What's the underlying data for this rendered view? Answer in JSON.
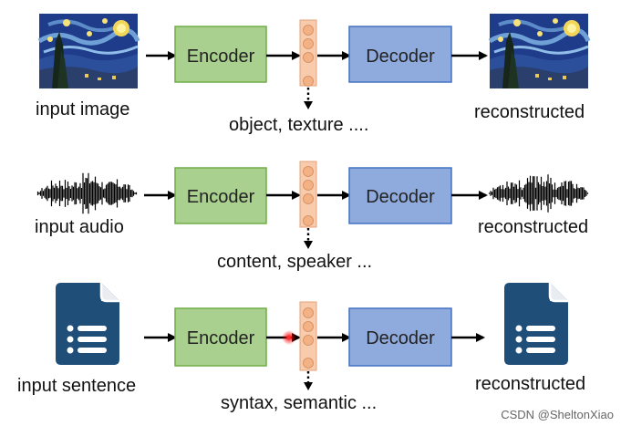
{
  "rows": [
    {
      "input_label": "input image",
      "encoder_label": "Encoder",
      "decoder_label": "Decoder",
      "latent_label": "object, texture ....",
      "output_label": "reconstructed",
      "input_icon": "starry-night-image",
      "output_icon": "starry-night-image"
    },
    {
      "input_label": "input audio",
      "encoder_label": "Encoder",
      "decoder_label": "Decoder",
      "latent_label": "content, speaker ...",
      "output_label": "reconstructed",
      "input_icon": "audio-waveform",
      "output_icon": "audio-waveform"
    },
    {
      "input_label": "input sentence",
      "encoder_label": "Encoder",
      "decoder_label": "Decoder",
      "latent_label": "syntax, semantic ...",
      "output_label": "reconstructed",
      "input_icon": "document-list-icon",
      "output_icon": "document-list-icon"
    }
  ],
  "watermark": "CSDN @SheltonXiao",
  "colors": {
    "encoder_fill": "#a9d08e",
    "encoder_stroke": "#70ad47",
    "decoder_fill": "#8faadc",
    "decoder_stroke": "#4472c4",
    "latent_fill": "#f8cbad",
    "latent_node": "#f4b183",
    "doc_blue": "#1f4e79",
    "highlight": "#ff0000"
  }
}
